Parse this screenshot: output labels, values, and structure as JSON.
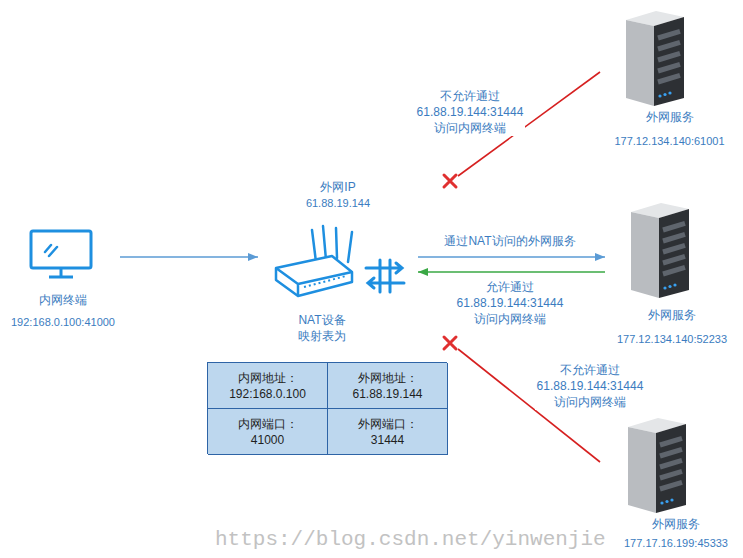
{
  "diagram": {
    "nodes": [
      {
        "text": [
          "内网终端",
          "192:168.0.100:41000"
        ]
      },
      {
        "text": [
          "外网IP",
          "61.88.19.144",
          "NAT设备 映射表为"
        ]
      },
      {
        "text": [
          "外网服务",
          "177.12.134.140:61001"
        ]
      },
      {
        "text": [
          "外网服务",
          "177.12.134.140:52233"
        ]
      },
      {
        "text": [
          "外网服务",
          "177.17.16.199:45333"
        ]
      }
    ],
    "edges": [
      {
        "from": 0,
        "to": 1,
        "arrow": "to"
      },
      {
        "from": 1,
        "to": 3,
        "label": "通过NAT访问的外网服务",
        "arrow": "to"
      },
      {
        "from": 3,
        "to": 1,
        "label": "允许通过 61.88.19.144:31444 访问内网终端",
        "arrow": "to"
      }
    ],
    "labels": [
      "内网地址：",
      "192:168.0.100",
      "外网地址：",
      "61.88.19.144",
      "内网端口：",
      "41000",
      "外网端口：",
      "31444",
      "不允许通过 61.88.19.144:31444 访问内网终端",
      "不允许通过 61.88.19.144:31444 访问内网终端",
      "https://blog.csdn.net/yinwenjie"
    ]
  }
}
